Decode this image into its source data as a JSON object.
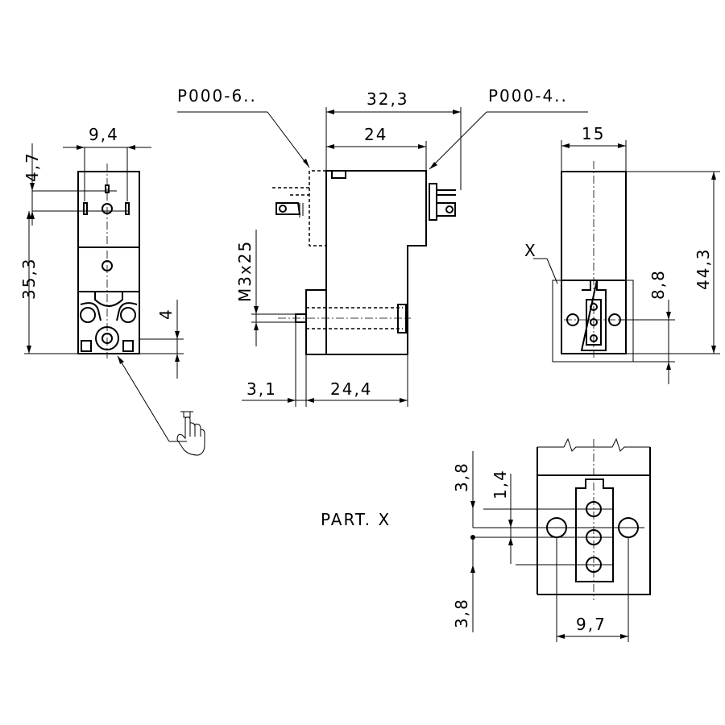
{
  "labels": {
    "part_ref_left": "P000-6..",
    "part_ref_right": "P000-4..",
    "thread": "M3x25",
    "detail_marker": "X",
    "detail_title": "PART. X"
  },
  "dimensions": {
    "front_width": "9,4",
    "front_top_offset": "4,7",
    "front_height": "35,3",
    "front_port": "4",
    "side_overall": "32,3",
    "side_body": "24",
    "side_base": "24,4",
    "side_stub": "3,1",
    "rear_width": "15",
    "rear_height": "44,3",
    "rear_port": "8,8",
    "detail_top": "3,8",
    "detail_pitch": "1,4",
    "detail_bottom": "3,8",
    "detail_width": "9,7"
  },
  "icons": [
    "manual-override-hand-icon"
  ]
}
